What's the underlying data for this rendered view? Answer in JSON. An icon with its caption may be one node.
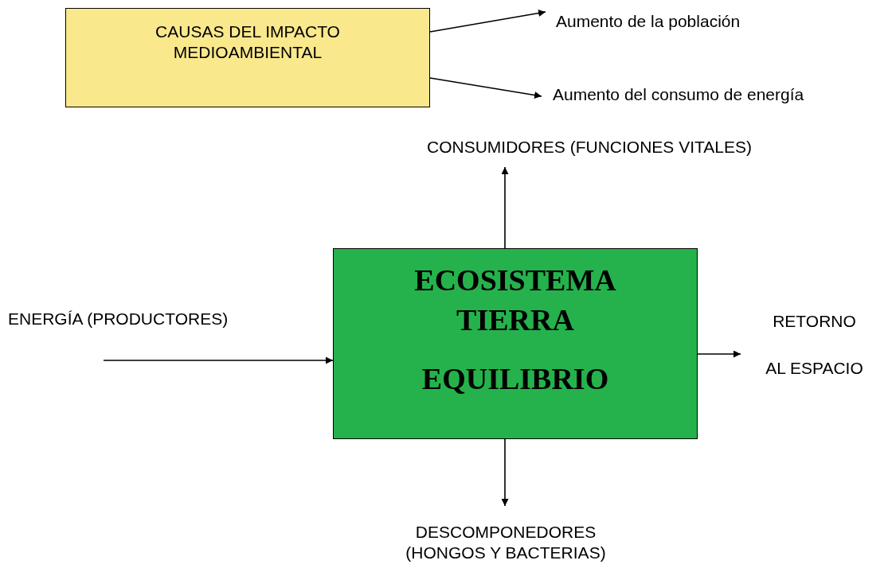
{
  "diagram": {
    "nodes": [
      {
        "text": [
          "CAUSAS DEL IMPACTO MEDIOAMBIENTAL"
        ]
      },
      {
        "text": [
          "Aumento de la población"
        ]
      },
      {
        "text": [
          "Aumento del consumo de energía"
        ]
      },
      {
        "text": [
          "CONSUMIDORES (FUNCIONES VITALES)"
        ]
      },
      {
        "text": [
          "ECOSISTEMA TIERRA",
          "EQUILIBRIO"
        ]
      },
      {
        "text": [
          "ENERGÍA (PRODUCTORES)"
        ]
      },
      {
        "text": [
          "RETORNO AL ESPACIO"
        ]
      },
      {
        "text": [
          "DESCOMPONEDORES (HONGOS Y BACTERIAS)"
        ]
      }
    ],
    "edges": [
      {
        "from": 0,
        "to": 1,
        "arrow": "to"
      },
      {
        "from": 0,
        "to": 2,
        "arrow": "to"
      },
      {
        "from": 4,
        "to": 3,
        "arrow": "to"
      },
      {
        "from": 5,
        "to": 4,
        "arrow": "to"
      },
      {
        "from": 4,
        "to": 6,
        "arrow": "to"
      },
      {
        "from": 4,
        "to": 7,
        "arrow": "to"
      }
    ]
  }
}
